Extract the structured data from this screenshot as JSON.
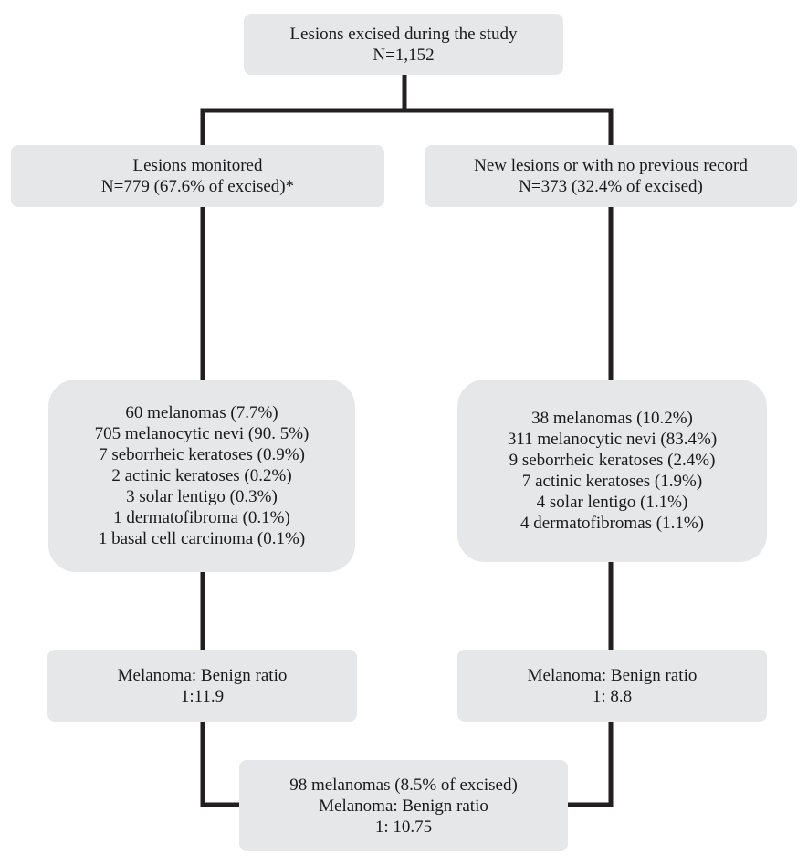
{
  "root": {
    "line1": "Lesions excised during the study",
    "line2": "N=1,152"
  },
  "monitored": {
    "line1": "Lesions monitored",
    "line2": "N=779 (67.6% of excised)*"
  },
  "new_lesions": {
    "line1": "New lesions or with no previous record",
    "line2": "N=373 (32.4% of excised)"
  },
  "monitored_diagnoses": [
    "60 melanomas (7.7%)",
    "705 melanocytic nevi (90. 5%)",
    "7 seborrheic keratoses (0.9%)",
    "2 actinic keratoses (0.2%)",
    "3 solar lentigo (0.3%)",
    "1 dermatofibroma (0.1%)",
    "1 basal cell carcinoma (0.1%)"
  ],
  "new_diagnoses": [
    "38 melanomas (10.2%)",
    "311 melanocytic nevi (83.4%)",
    "9 seborrheic keratoses (2.4%)",
    "7 actinic keratoses (1.9%)",
    "4 solar lentigo (1.1%)",
    "4 dermatofibromas (1.1%)"
  ],
  "monitored_ratio": {
    "label": "Melanoma: Benign ratio",
    "value": "1:11.9"
  },
  "new_ratio": {
    "label": "Melanoma: Benign ratio",
    "value": "1: 8.8"
  },
  "total": {
    "line1": "98 melanomas (8.5% of excised)",
    "line2": "Melanoma: Benign ratio",
    "line3": "1: 10.75"
  },
  "colors": {
    "box_fill": "#e6e7e8",
    "connector": "#231f20",
    "text": "#1a1a1a"
  }
}
